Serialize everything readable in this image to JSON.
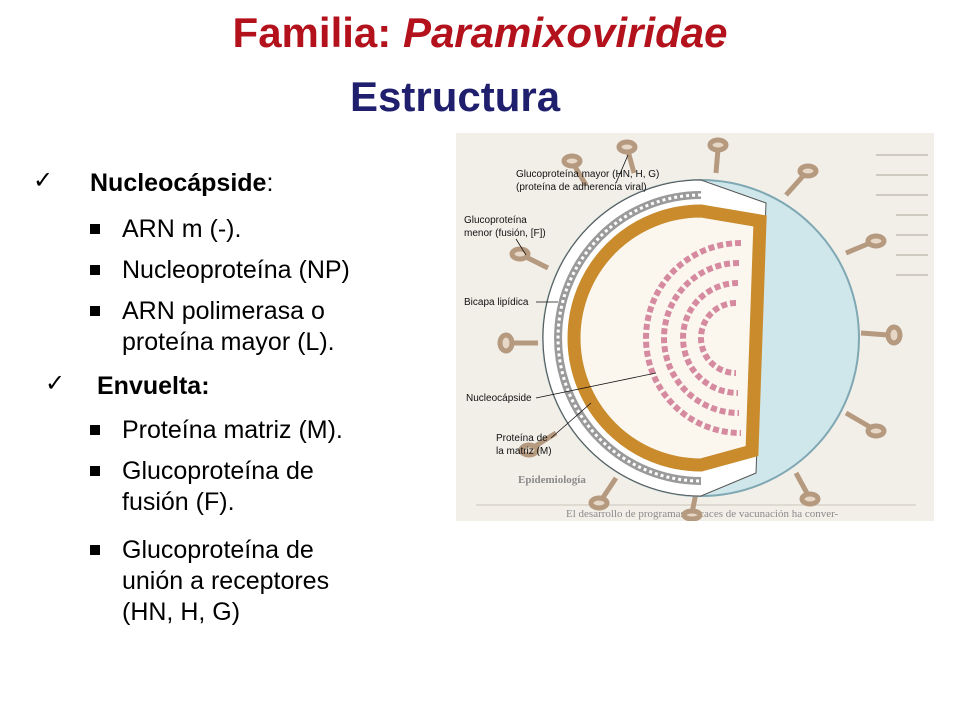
{
  "title": {
    "prefix": "Familia: ",
    "family": "Paramixoviridae",
    "subtitle": "Estructura"
  },
  "sections": [
    {
      "heading": "Nucleocápside",
      "heading_suffix": ":",
      "items": [
        [
          "ARN m (-)."
        ],
        [
          "Nucleoproteína (NP)"
        ],
        [
          "ARN polimerasa o",
          "proteína mayor (L)."
        ]
      ]
    },
    {
      "heading": "Envuelta:",
      "items": [
        [
          "Proteína matriz (M)."
        ],
        [
          "Glucoproteína de",
          "fusión (F)."
        ],
        [
          "Glucoproteína de",
          "unión a receptores",
          "(HN, H, G)"
        ]
      ]
    }
  ],
  "figure": {
    "labels": {
      "glyco_major_1": "Glucoproteína mayor (HN, H, G)",
      "glyco_major_2": "(proteína de adherencia viral)",
      "glyco_minor_1": "Glucoproteína",
      "glyco_minor_2": "menor (fusión, [F])",
      "bilayer": "Bicapa lipídica",
      "nucleocapsid": "Nucleocápside",
      "matrix_1": "Proteína de",
      "matrix_2": "la matriz (M)"
    },
    "background_text": {
      "epidemiology": "Epidemiología",
      "bottom_line": "El desarrollo de programas eficaces de vacunación ha conver-"
    }
  }
}
